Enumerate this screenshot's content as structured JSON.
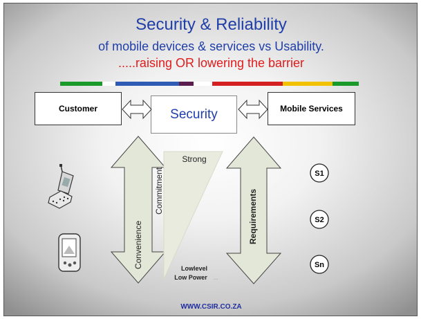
{
  "header": {
    "title": "Security & Reliability",
    "subtitle": "of mobile devices & services vs Usability.",
    "tagline": ".....raising OR lowering the barrier"
  },
  "colorbar": [
    {
      "color": "#1a9a2a"
    },
    {
      "color": "#ffffff"
    },
    {
      "color": "#2f5bb5"
    },
    {
      "color": "#5a1e4e"
    },
    {
      "color": "#ffffff"
    },
    {
      "color": "#d42020"
    },
    {
      "color": "#f2c200"
    },
    {
      "color": "#1a9a2a"
    }
  ],
  "boxes": {
    "customer": "Customer",
    "security": "Security",
    "mobile_services": "Mobile Services"
  },
  "left_arrow": {
    "top_label": "Commitment",
    "bottom_label": "Convenience"
  },
  "triangle": {
    "top_label": "Strong",
    "bottom_label_1": "Lowlevel",
    "bottom_label_2": "Low Power",
    "bottom_label_2_suffix": "...."
  },
  "right_arrow": {
    "label": "Requirements"
  },
  "services": [
    "S1",
    "S2",
    "Sn"
  ],
  "icons": [
    "flip-phone-icon",
    "pda-icon"
  ],
  "footer": "WWW.CSIR.CO.ZA",
  "colors": {
    "title_blue": "#1f3ea8",
    "tagline_red": "#e01c1c",
    "arrow_fill": "#e3e7d7"
  }
}
